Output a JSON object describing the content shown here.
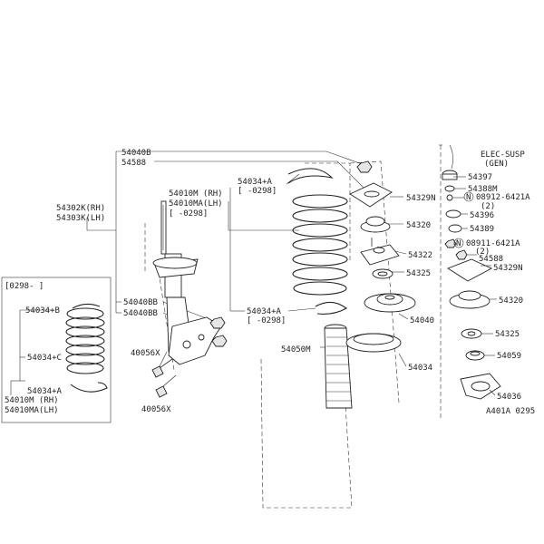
{
  "labels": {
    "p54040b": "54040B",
    "p54588_top": "54588",
    "p54302k": "54302K(RH)",
    "p54303k": "54303K(LH)",
    "p54010m": "54010M (RH)",
    "p54010ma": "54010MA(LH)",
    "p54010m_range": "[    -0298]",
    "p54034a_top": "54034+A",
    "p54034a_top_range": "[    -0298]",
    "p54329n_top": "54329N",
    "p54320_top": "54320",
    "p54322": "54322",
    "p54325_top": "54325",
    "p54040": "54040",
    "p54034": "54034",
    "p54050m": "54050M",
    "p54034a_mid": "54034+A",
    "p54034a_mid_range": "[    -0298]",
    "p54040bb_1": "54040BB",
    "p54040bb_2": "54040BB",
    "p40056x_1": "40056X",
    "p40056x_2": "40056X",
    "inset_header": "[0298-    ]",
    "inset_54034b": "54034+B",
    "inset_54034c": "54034+C",
    "inset_54034a": "54034+A",
    "inset_54010m": "54010M (RH)",
    "inset_54010ma": "54010MA(LH)",
    "elec_title_1": "ELEC-SUSP",
    "elec_title_2": "(GEN)",
    "r54397": "54397",
    "r54388m": "54388M",
    "r08912": "08912-6421A",
    "r08912_qty": "(2)",
    "r54396": "54396",
    "r54389": "54389",
    "r08911": "08911-6421A",
    "r08911_qty": "(2)",
    "r54588": "54588",
    "r54329n": "54329N",
    "r54320": "54320",
    "r54325": "54325",
    "r54059": "54059",
    "r54036": "54036",
    "diagram_code": "A401A 0295",
    "nut_symbol": "N"
  }
}
